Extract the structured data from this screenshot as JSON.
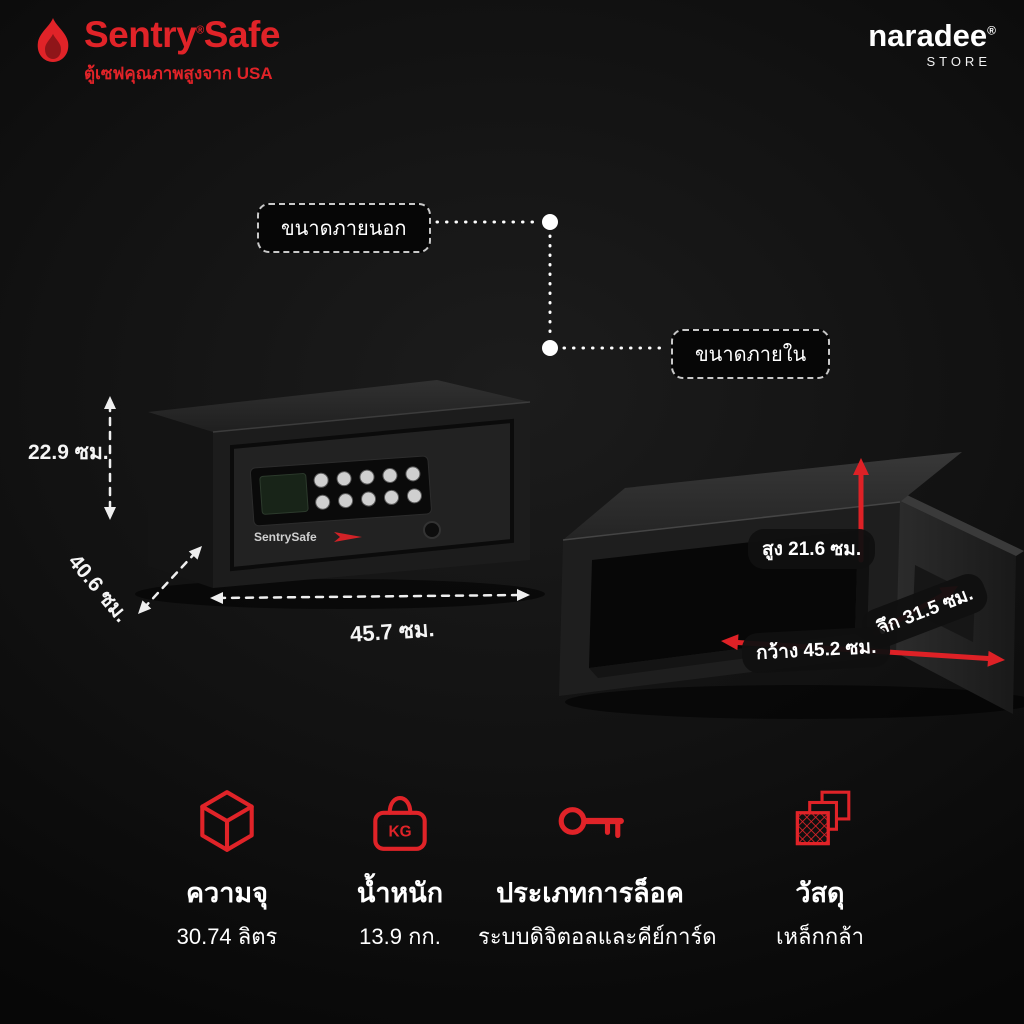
{
  "colors": {
    "accent_red": "#e02328",
    "background": "#111111",
    "text_white": "#ffffff"
  },
  "header": {
    "brand_name_1": "Sentry",
    "brand_name_2": "Safe",
    "brand_registered": "®",
    "tagline": "ตู้เซฟคุณภาพสูงจาก USA",
    "store_name": "naradee",
    "store_registered": "®",
    "store_sub": "STORE"
  },
  "callouts": {
    "external_label": "ขนาดภายนอก",
    "internal_label": "ขนาดภายใน"
  },
  "closed_safe": {
    "brand_label": "SentrySafe",
    "dimensions": {
      "height": "22.9 ซม.",
      "depth": "40.6 ซม.",
      "width": "45.7 ซม."
    }
  },
  "open_safe": {
    "dimensions": {
      "height": "สูง 21.6 ซม.",
      "depth": "ลึก 31.5 ซม.",
      "width": "กว้าง 45.2 ซม."
    }
  },
  "features": [
    {
      "icon": "cube-icon",
      "title": "ความจุ",
      "value": "30.74 ลิตร"
    },
    {
      "icon": "weight-icon",
      "icon_label": "KG",
      "title": "น้ำหนัก",
      "value": "13.9 กก."
    },
    {
      "icon": "key-icon",
      "title": "ประเภทการล็อค",
      "value": "ระบบดิจิตอลและคีย์การ์ด"
    },
    {
      "icon": "material-icon",
      "title": "วัสดุ",
      "value": "เหล็กกล้า"
    }
  ]
}
